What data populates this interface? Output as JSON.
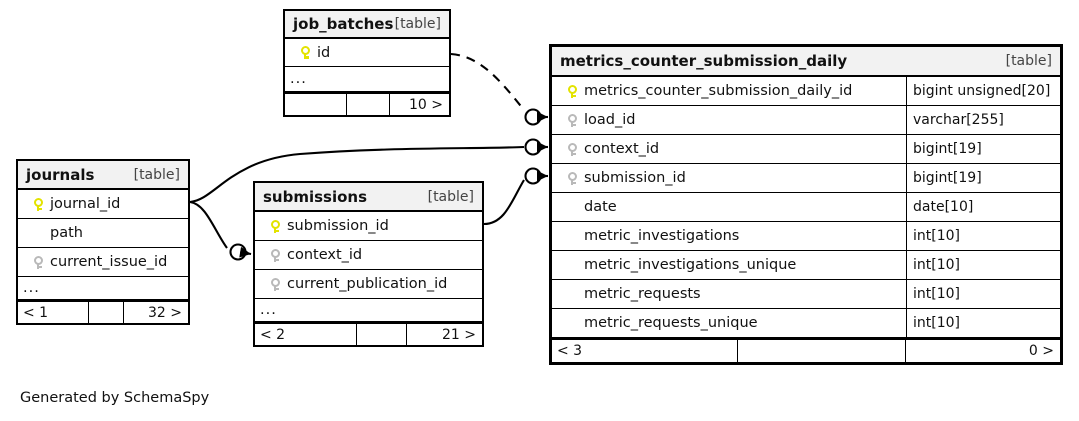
{
  "diagram": {
    "generator_note": "Generated by SchemaSpy",
    "table_tag": "[table]",
    "ellipsis": "...",
    "colors": {
      "primary_key": "#e3e300",
      "foreign_key": "#b9b9b9",
      "header_bg": "#f2f2f2",
      "border": "#000000",
      "background": "#ffffff"
    }
  },
  "tables": {
    "job_batches": {
      "name": "job_batches",
      "tag": "[table]",
      "columns": [
        {
          "key": "pk",
          "name": "id",
          "type": ""
        }
      ],
      "more": "...",
      "footer": {
        "left": "",
        "middle": "",
        "right": "10 >"
      }
    },
    "journals": {
      "name": "journals",
      "tag": "[table]",
      "columns": [
        {
          "key": "pk",
          "name": "journal_id",
          "type": ""
        },
        {
          "key": "none",
          "name": "path",
          "type": ""
        },
        {
          "key": "fk",
          "name": "current_issue_id",
          "type": ""
        }
      ],
      "more": "...",
      "footer": {
        "left": "< 1",
        "middle": "",
        "right": "32 >"
      }
    },
    "submissions": {
      "name": "submissions",
      "tag": "[table]",
      "columns": [
        {
          "key": "pk",
          "name": "submission_id",
          "type": ""
        },
        {
          "key": "fk",
          "name": "context_id",
          "type": ""
        },
        {
          "key": "fk",
          "name": "current_publication_id",
          "type": ""
        }
      ],
      "more": "...",
      "footer": {
        "left": "< 2",
        "middle": "",
        "right": "21 >"
      }
    },
    "metrics_counter_submission_daily": {
      "name": "metrics_counter_submission_daily",
      "tag": "[table]",
      "columns": [
        {
          "key": "pk",
          "name": "metrics_counter_submission_daily_id",
          "type": "bigint unsigned[20]"
        },
        {
          "key": "fk",
          "name": "load_id",
          "type": "varchar[255]"
        },
        {
          "key": "fk",
          "name": "context_id",
          "type": "bigint[19]"
        },
        {
          "key": "fk",
          "name": "submission_id",
          "type": "bigint[19]"
        },
        {
          "key": "none",
          "name": "date",
          "type": "date[10]"
        },
        {
          "key": "none",
          "name": "metric_investigations",
          "type": "int[10]"
        },
        {
          "key": "none",
          "name": "metric_investigations_unique",
          "type": "int[10]"
        },
        {
          "key": "none",
          "name": "metric_requests",
          "type": "int[10]"
        },
        {
          "key": "none",
          "name": "metric_requests_unique",
          "type": "int[10]"
        }
      ],
      "footer": {
        "left": "< 3",
        "middle": "",
        "right": "0 >"
      }
    }
  },
  "relationships": [
    {
      "name": "job_batches-to-load_id",
      "from": "job_batches.id",
      "to": "metrics_counter_submission_daily.load_id",
      "style": "dashed"
    },
    {
      "name": "journals-to-context_id",
      "from": "journals.journal_id",
      "to": "metrics_counter_submission_daily.context_id",
      "style": "solid"
    },
    {
      "name": "journals-to-submissions-context",
      "from": "journals.journal_id",
      "to": "submissions.context_id",
      "style": "solid"
    },
    {
      "name": "submissions-to-submission_id",
      "from": "submissions.submission_id",
      "to": "metrics_counter_submission_daily.submission_id",
      "style": "solid"
    }
  ]
}
